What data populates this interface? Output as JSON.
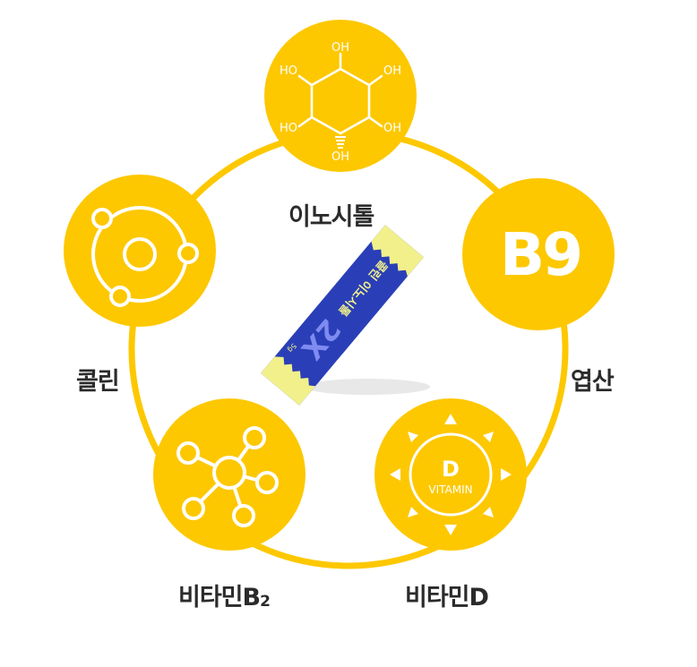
{
  "labels": {
    "inositol": "이노시톨",
    "folic": "엽산",
    "choline": "콜린",
    "vitb2_main": "비타민B",
    "vitb2_sub": "2",
    "vitd": "비타민D"
  },
  "icons": {
    "b9_text": "B9",
    "vitd_letter": "D",
    "vitd_word": "VITAMIN",
    "oh": "OH",
    "ho": "HO"
  },
  "product": {
    "name_line1": "콜린 이노시톨",
    "dose": "2X",
    "weight": "5g"
  },
  "colors": {
    "yellow": "#FDC800",
    "white": "#ffffff",
    "stick_blue": "#2A3FB7",
    "stick_cap": "#F1F08B",
    "label": "#2b2b2b"
  }
}
